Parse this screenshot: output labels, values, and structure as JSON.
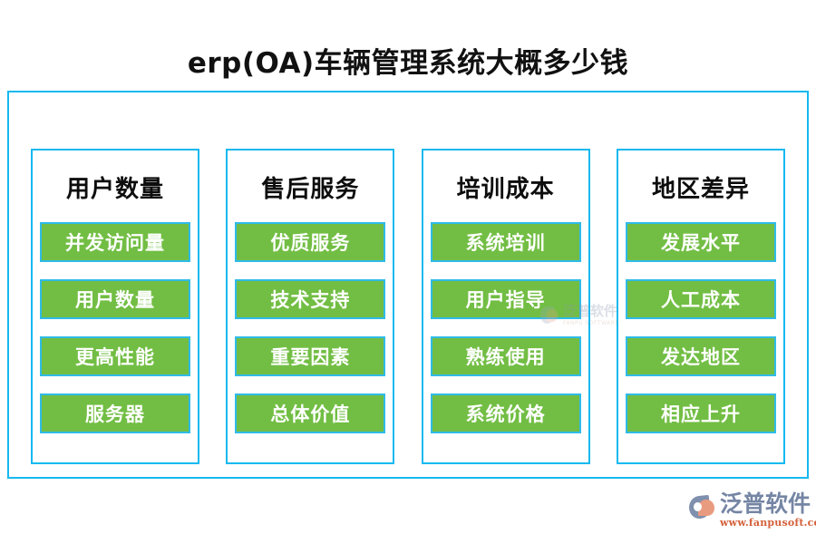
{
  "page": {
    "title": "erp(OA)车辆管理系统大概多少钱",
    "background_color": "#FFFFFF",
    "frame_border_color": "#14B9EF",
    "box_fill_color": "#72BE44",
    "box_border_color": "#2FBBE8",
    "header_text_color": "#0D0D0D",
    "box_text_color": "#FFFFFF"
  },
  "columns": [
    {
      "header": "用户数量",
      "items": [
        {
          "label": "并发访问量"
        },
        {
          "label": "用户数量"
        },
        {
          "label": "更高性能"
        },
        {
          "label": "服务器"
        }
      ]
    },
    {
      "header": "售后服务",
      "items": [
        {
          "label": "优质服务"
        },
        {
          "label": "技术支持"
        },
        {
          "label": "重要因素"
        },
        {
          "label": "总体价值"
        }
      ]
    },
    {
      "header": "培训成本",
      "items": [
        {
          "label": "系统培训"
        },
        {
          "label": "用户指导"
        },
        {
          "label": "熟练使用"
        },
        {
          "label": "系统价格"
        }
      ]
    },
    {
      "header": "地区差异",
      "items": [
        {
          "label": "发展水平"
        },
        {
          "label": "人工成本"
        },
        {
          "label": "发达地区"
        },
        {
          "label": "相应上升"
        }
      ]
    }
  ],
  "watermark": {
    "company": "泛普软件",
    "subtitle": "FANPU SOFTWARE"
  },
  "logo": {
    "company": "泛普软件",
    "url": "www.fanpusoft.com",
    "mark_primary_color": "#7F90AE",
    "mark_accent_color": "#E99B80",
    "text_color": "#7585A4",
    "url_color": "#D4603A"
  }
}
